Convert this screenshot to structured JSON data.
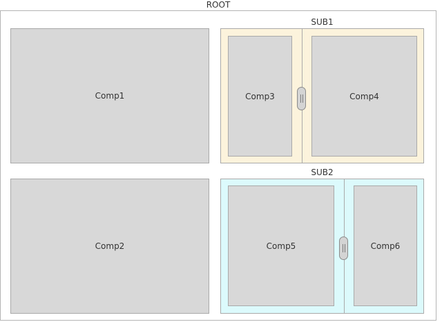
{
  "root": {
    "label": "ROOT"
  },
  "sub1": {
    "label": "SUB1",
    "color": "#fcf3dc"
  },
  "sub2": {
    "label": "SUB2",
    "color": "#dcfafc"
  },
  "components": {
    "comp1": "Comp1",
    "comp2": "Comp2",
    "comp3": "Comp3",
    "comp4": "Comp4",
    "comp5": "Comp5",
    "comp6": "Comp6"
  },
  "colors": {
    "component_fill": "#d8d8d8",
    "border": "#a9a9a9",
    "root_border": "#b4b4b4"
  },
  "icons": {
    "splitter_handle": "grip-handle-icon"
  }
}
